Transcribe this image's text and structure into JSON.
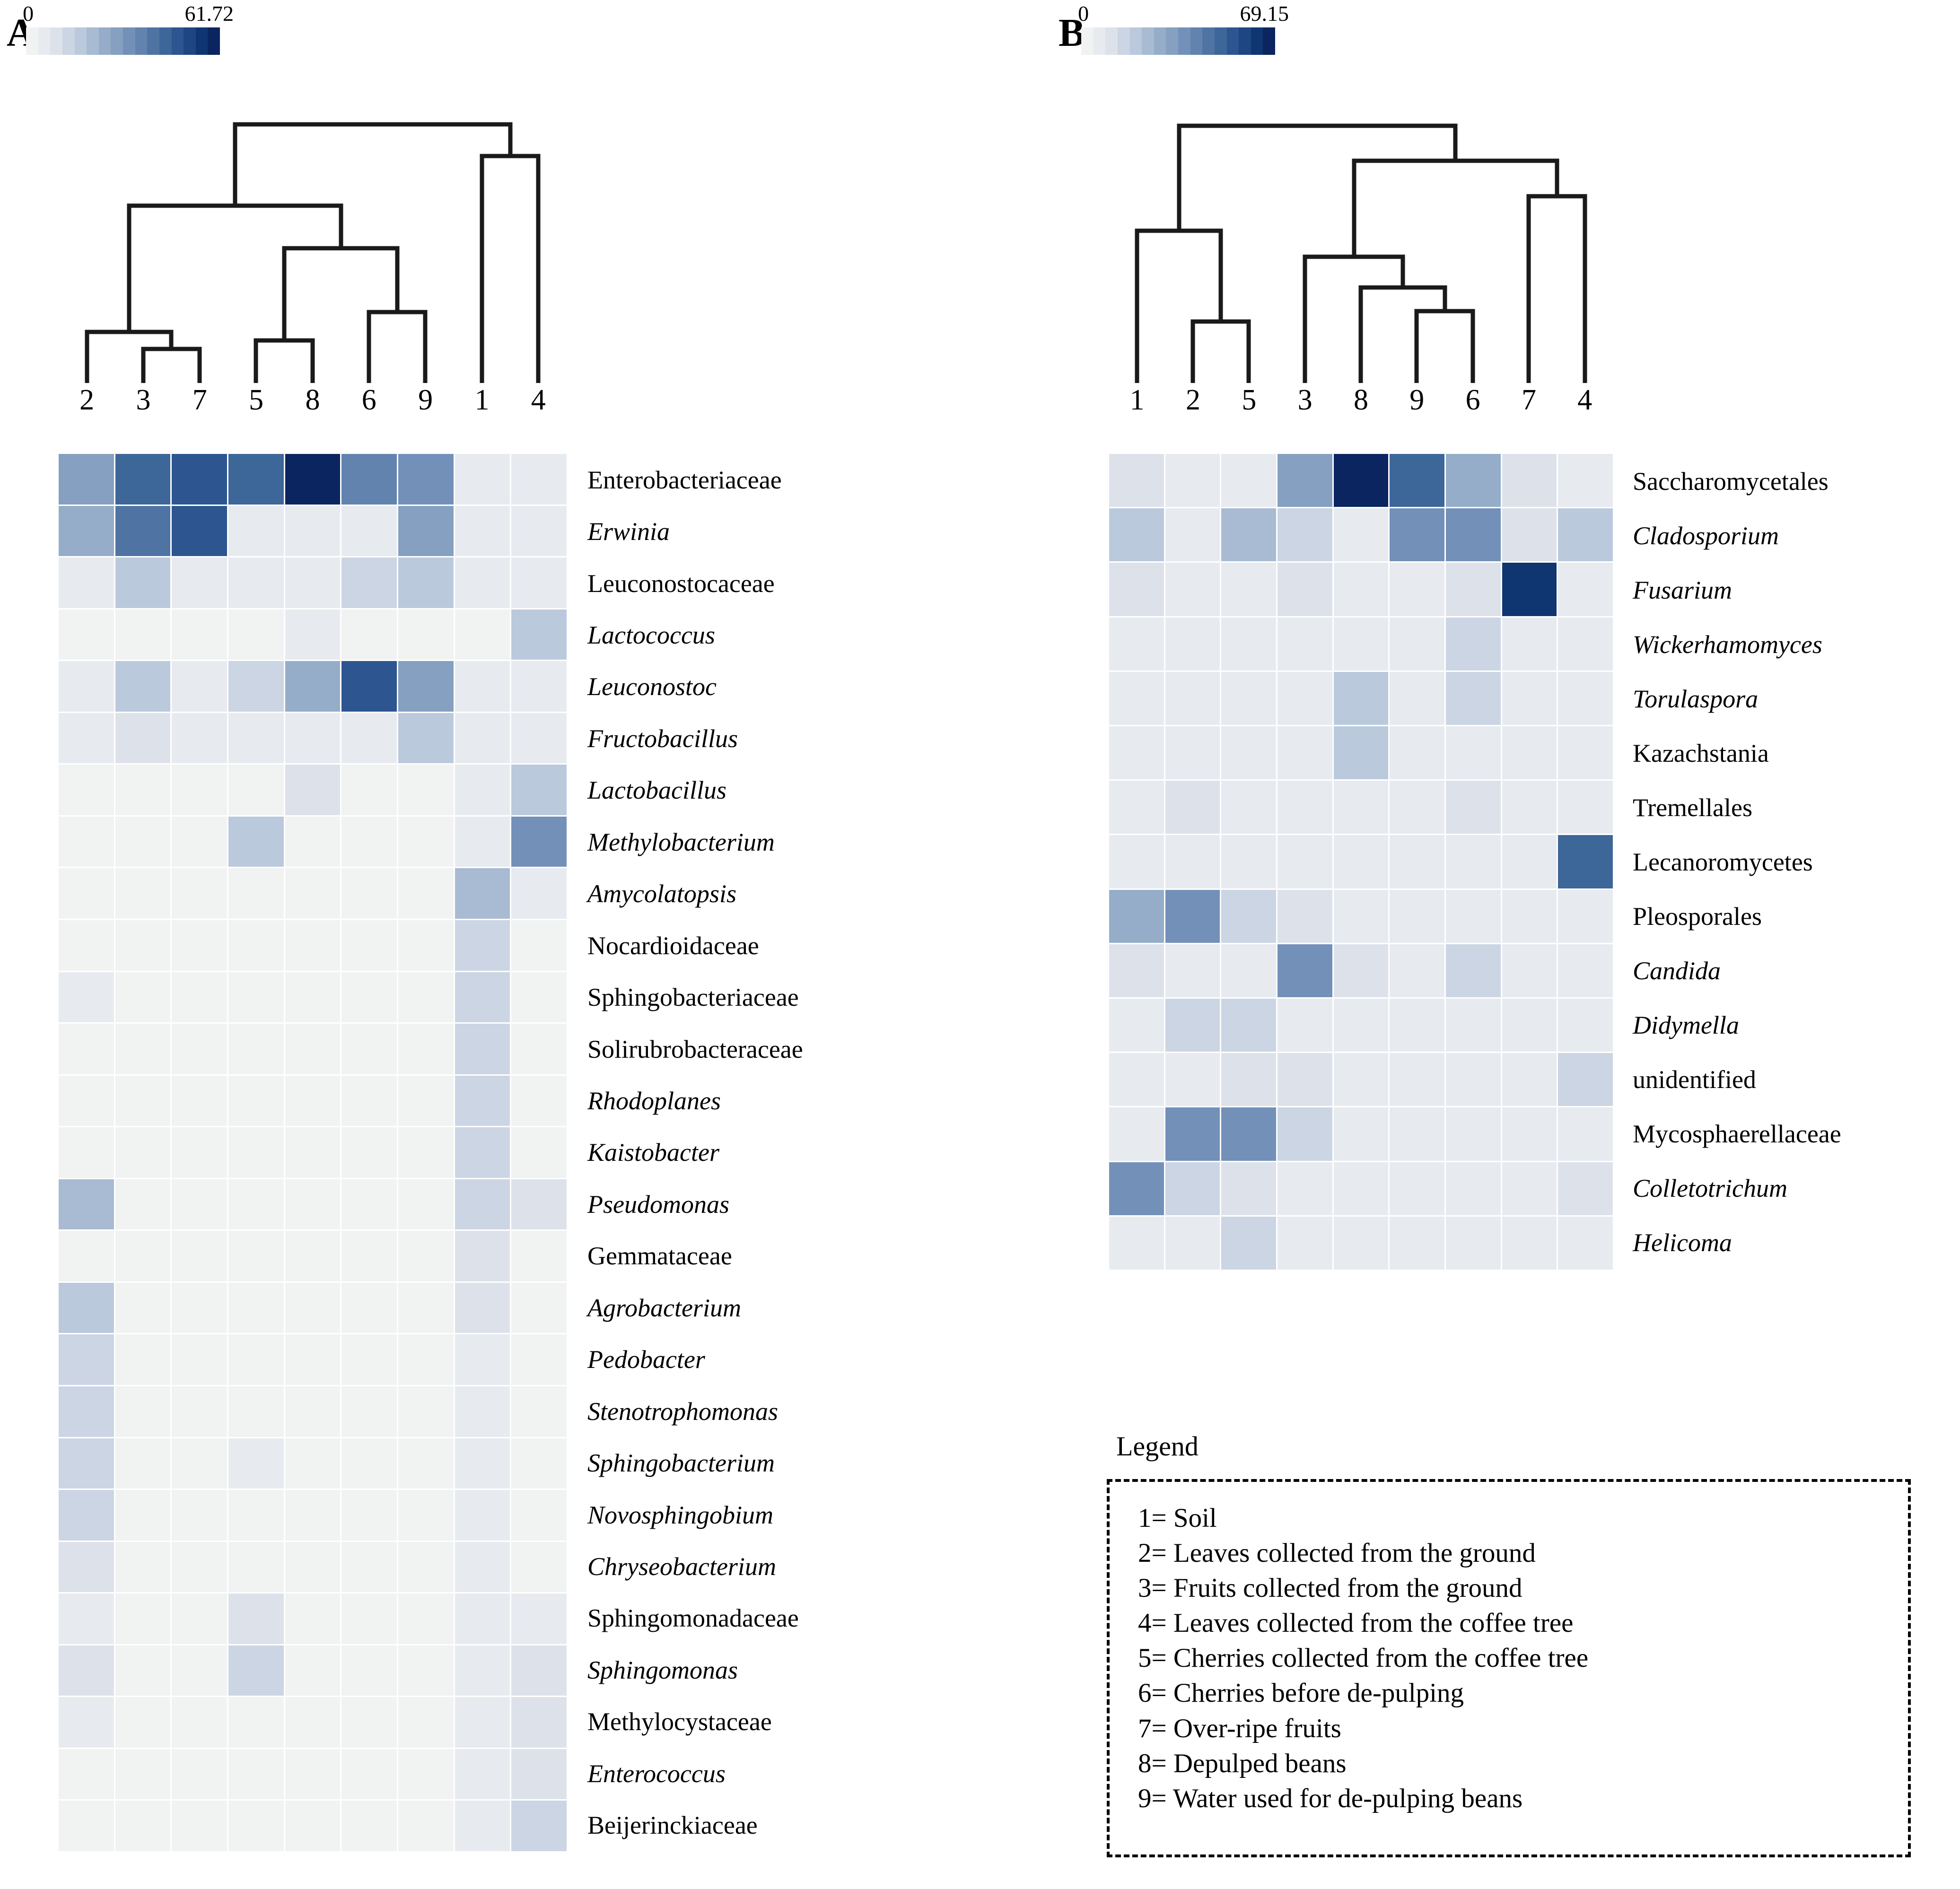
{
  "figure": {
    "panels": [
      "A",
      "B"
    ]
  },
  "chart_data": [
    {
      "type": "heatmap",
      "panel": "A",
      "title": "",
      "colorbar": {
        "min_label": "0",
        "max_label": "61.72",
        "min": 0,
        "max": 61.72,
        "steps": 16,
        "colors": [
          "#f1f2f2",
          "#e7ebf0",
          "#dde2ea",
          "#ccd5e3",
          "#bbc9dc",
          "#a8bbd2",
          "#95adc8",
          "#85a0c0",
          "#7391b8",
          "#6183ae",
          "#4f74a4",
          "#3d6699",
          "#2d5690",
          "#1d4682",
          "#103672",
          "#0a2560"
        ]
      },
      "xlabel": "",
      "ylabel": "",
      "columns": [
        "2",
        "3",
        "7",
        "5",
        "8",
        "6",
        "9",
        "1",
        "4"
      ],
      "dendrogram_leaf_order": [
        "2",
        "3",
        "7",
        "5",
        "8",
        "6",
        "9",
        "1",
        "4"
      ],
      "rows": [
        "Enterobacteriaceae",
        "Erwinia",
        "Leuconostocaceae",
        "Lactococcus",
        "Leuconostoc",
        "Fructobacillus",
        "Lactobacillus",
        "Methylobacterium",
        "Amycolatopsis",
        "Nocardioidaceae",
        "Sphingobacteriaceae",
        "Solirubrobacteraceae",
        "Rhodoplanes",
        "Kaistobacter",
        "Pseudomonas",
        "Gemmataceae",
        "Agrobacterium",
        "Pedobacter",
        "Stenotrophomonas",
        "Sphingobacterium",
        "Novosphingobium",
        "Chryseobacterium",
        "Sphingomonadaceae",
        "Sphingomonas",
        "Methylocystaceae",
        "Enterococcus",
        "Beijerinckiaceae"
      ],
      "rows_italic": [
        false,
        true,
        false,
        true,
        true,
        true,
        true,
        true,
        true,
        false,
        false,
        false,
        true,
        true,
        true,
        false,
        true,
        true,
        true,
        true,
        true,
        true,
        false,
        true,
        false,
        true,
        false
      ],
      "values": [
        [
          22.0,
          40.0,
          48.0,
          41.0,
          61.72,
          34.0,
          27.0,
          2.0,
          2.0
        ],
        [
          20.0,
          36.0,
          44.0,
          3.0,
          3.0,
          2.0,
          22.0,
          1.5,
          3.0
        ],
        [
          1.5,
          11.0,
          2.0,
          2.0,
          1.5,
          9.0,
          12.0,
          1.0,
          1.5
        ],
        [
          0.5,
          0.5,
          0.5,
          0.5,
          3.0,
          0.5,
          0.5,
          0.5,
          11.0
        ],
        [
          1.0,
          10.0,
          1.0,
          8.0,
          21.0,
          45.0,
          25.0,
          1.0,
          1.0
        ],
        [
          1.0,
          4.0,
          1.0,
          1.0,
          1.0,
          2.0,
          10.0,
          1.0,
          1.0
        ],
        [
          0.5,
          0.5,
          0.5,
          0.5,
          4.0,
          0.5,
          0.5,
          1.0,
          11.0
        ],
        [
          0.5,
          0.5,
          0.5,
          11.0,
          0.5,
          0.5,
          0.5,
          3.0,
          27.0
        ],
        [
          0.5,
          0.5,
          0.5,
          0.5,
          0.5,
          0.5,
          0.5,
          17.0,
          1.0
        ],
        [
          0.5,
          0.5,
          0.5,
          0.5,
          0.5,
          0.5,
          0.5,
          8.0,
          0.5
        ],
        [
          2.0,
          0.5,
          0.5,
          0.5,
          0.5,
          0.5,
          0.5,
          8.0,
          0.5
        ],
        [
          0.5,
          0.5,
          0.5,
          0.5,
          0.5,
          0.5,
          0.5,
          8.0,
          0.5
        ],
        [
          0.5,
          0.5,
          0.5,
          0.5,
          0.5,
          0.5,
          0.5,
          8.0,
          0.5
        ],
        [
          0.5,
          0.5,
          0.5,
          0.5,
          0.5,
          0.5,
          0.5,
          8.0,
          0.5
        ],
        [
          14.0,
          0.5,
          0.5,
          0.5,
          0.5,
          0.5,
          0.5,
          7.0,
          4.0
        ],
        [
          0.5,
          0.5,
          0.5,
          0.5,
          0.5,
          0.5,
          0.5,
          6.0,
          0.5
        ],
        [
          13.0,
          0.5,
          0.5,
          0.5,
          0.5,
          0.5,
          0.5,
          5.0,
          0.5
        ],
        [
          9.0,
          0.5,
          0.5,
          0.5,
          0.5,
          0.5,
          0.5,
          1.0,
          0.5
        ],
        [
          7.0,
          0.5,
          0.5,
          0.5,
          0.5,
          0.5,
          0.5,
          1.0,
          0.5
        ],
        [
          7.0,
          0.5,
          0.5,
          1.5,
          0.5,
          0.5,
          0.5,
          1.0,
          0.5
        ],
        [
          7.0,
          0.5,
          0.5,
          0.5,
          0.5,
          0.5,
          0.5,
          1.0,
          0.5
        ],
        [
          6.0,
          0.5,
          0.5,
          0.5,
          0.5,
          0.5,
          0.5,
          1.0,
          0.5
        ],
        [
          1.5,
          0.5,
          0.5,
          6.0,
          0.5,
          0.5,
          0.5,
          1.0,
          1.0
        ],
        [
          5.0,
          0.5,
          0.5,
          8.0,
          0.5,
          0.5,
          0.5,
          1.0,
          4.0
        ],
        [
          1.0,
          0.5,
          0.5,
          0.5,
          0.5,
          0.5,
          0.5,
          1.0,
          4.0
        ],
        [
          0.5,
          0.5,
          0.5,
          0.5,
          0.5,
          0.5,
          0.5,
          1.0,
          4.0
        ],
        [
          0.5,
          0.5,
          0.5,
          0.5,
          0.5,
          0.5,
          0.5,
          1.0,
          9.0
        ]
      ]
    },
    {
      "type": "heatmap",
      "panel": "B",
      "title": "",
      "colorbar": {
        "min_label": "0",
        "max_label": "69.15",
        "min": 0,
        "max": 69.15,
        "steps": 16,
        "colors": [
          "#f1f2f2",
          "#e7ebf0",
          "#dde2ea",
          "#ccd5e3",
          "#bbc9dc",
          "#a8bbd2",
          "#95adc8",
          "#85a0c0",
          "#7391b8",
          "#6183ae",
          "#4f74a4",
          "#3d6699",
          "#2d5690",
          "#1d4682",
          "#103672",
          "#0a2560"
        ]
      },
      "xlabel": "",
      "ylabel": "",
      "columns": [
        "1",
        "2",
        "5",
        "3",
        "8",
        "9",
        "6",
        "7",
        "4"
      ],
      "dendrogram_leaf_order": [
        "1",
        "2",
        "5",
        "3",
        "8",
        "9",
        "6",
        "7",
        "4"
      ],
      "rows": [
        "Saccharomycetales",
        "Cladosporium",
        "Fusarium",
        "Wickerhamomyces",
        "Torulaspora",
        "Kazachstania",
        "Tremellales",
        "Lecanoromycetes",
        "Pleosporales",
        "Candida",
        "Didymella",
        "unidentified",
        "Mycosphaerellaceae",
        "Colletotrichum",
        "Helicoma"
      ],
      "rows_italic": [
        false,
        true,
        true,
        true,
        true,
        false,
        false,
        false,
        false,
        true,
        true,
        false,
        false,
        true,
        true
      ],
      "values": [
        [
          4.0,
          1.5,
          3.0,
          24.0,
          69.15,
          45.0,
          23.0,
          6.0,
          3.0
        ],
        [
          14.0,
          1.5,
          16.0,
          7.0,
          1.5,
          30.0,
          31.0,
          5.0,
          11.0
        ],
        [
          4.0,
          1.0,
          1.0,
          4.0,
          1.0,
          3.0,
          5.0,
          62.0,
          3.0
        ],
        [
          1.0,
          1.0,
          1.0,
          1.0,
          1.5,
          2.0,
          8.0,
          2.0,
          1.0
        ],
        [
          1.0,
          1.0,
          1.0,
          1.0,
          12.0,
          2.0,
          10.0,
          1.5,
          1.0
        ],
        [
          1.0,
          1.0,
          1.0,
          1.0,
          11.0,
          1.0,
          3.0,
          1.0,
          1.0
        ],
        [
          1.0,
          6.0,
          2.0,
          1.0,
          1.0,
          1.0,
          6.0,
          1.0,
          1.0
        ],
        [
          1.0,
          1.0,
          1.0,
          1.0,
          1.0,
          1.0,
          1.0,
          1.0,
          46.0
        ],
        [
          22.0,
          29.0,
          9.0,
          5.0,
          1.0,
          1.5,
          1.5,
          1.0,
          3.0
        ],
        [
          4.0,
          1.0,
          3.0,
          30.0,
          4.0,
          1.0,
          7.0,
          3.0,
          1.0
        ],
        [
          1.0,
          7.0,
          7.0,
          1.0,
          1.0,
          1.0,
          1.0,
          1.0,
          1.0
        ],
        [
          3.0,
          1.0,
          4.0,
          4.0,
          1.0,
          1.0,
          1.0,
          1.0,
          8.0
        ],
        [
          1.0,
          30.0,
          30.0,
          8.0,
          1.0,
          1.0,
          3.0,
          3.0,
          1.0
        ],
        [
          31.0,
          7.0,
          5.0,
          1.0,
          1.0,
          1.0,
          1.0,
          1.0,
          4.0
        ],
        [
          1.0,
          1.0,
          9.0,
          1.0,
          1.0,
          1.0,
          1.0,
          1.0,
          1.0
        ]
      ]
    }
  ],
  "legend": {
    "title": "Legend",
    "items": [
      "1= Soil",
      "2= Leaves collected from the ground",
      "3= Fruits collected from the ground",
      "4= Leaves collected from the coffee tree",
      "5= Cherries collected from the coffee tree",
      "6= Cherries before de-pulping",
      "7= Over-ripe fruits",
      "8= Depulped beans",
      "9= Water used for de-pulping beans"
    ]
  }
}
